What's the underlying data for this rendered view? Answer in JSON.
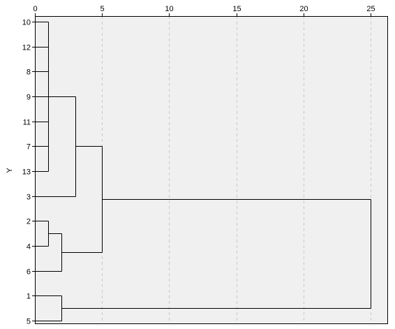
{
  "chart_data": {
    "type": "dendrogram",
    "title": "",
    "xlabel": "",
    "ylabel": "Y",
    "xlim": [
      0,
      25
    ],
    "xticks": [
      0,
      5,
      10,
      15,
      20,
      25
    ],
    "grid": "vertical-dashed",
    "leaf_order": [
      "10",
      "12",
      "8",
      "9",
      "11",
      "7",
      "13",
      "3",
      "2",
      "4",
      "6",
      "1",
      "5"
    ],
    "merges": [
      {
        "a": "10",
        "b": "13",
        "height": 1,
        "members": [
          "10",
          "12",
          "8",
          "9",
          "11",
          "7",
          "13"
        ]
      },
      {
        "a": "C1",
        "b": "3",
        "height": 3
      },
      {
        "a": "2",
        "b": "4",
        "height": 1
      },
      {
        "a": "C3",
        "b": "6",
        "height": 2
      },
      {
        "a": "C2",
        "b": "C4",
        "height": 5
      },
      {
        "a": "1",
        "b": "5",
        "height": 2
      },
      {
        "a": "C5",
        "b": "C6",
        "height": 25
      }
    ],
    "colors": {
      "plot_bg": "#f0f0f0",
      "line": "#000000",
      "grid": "#c8c8c8"
    }
  }
}
